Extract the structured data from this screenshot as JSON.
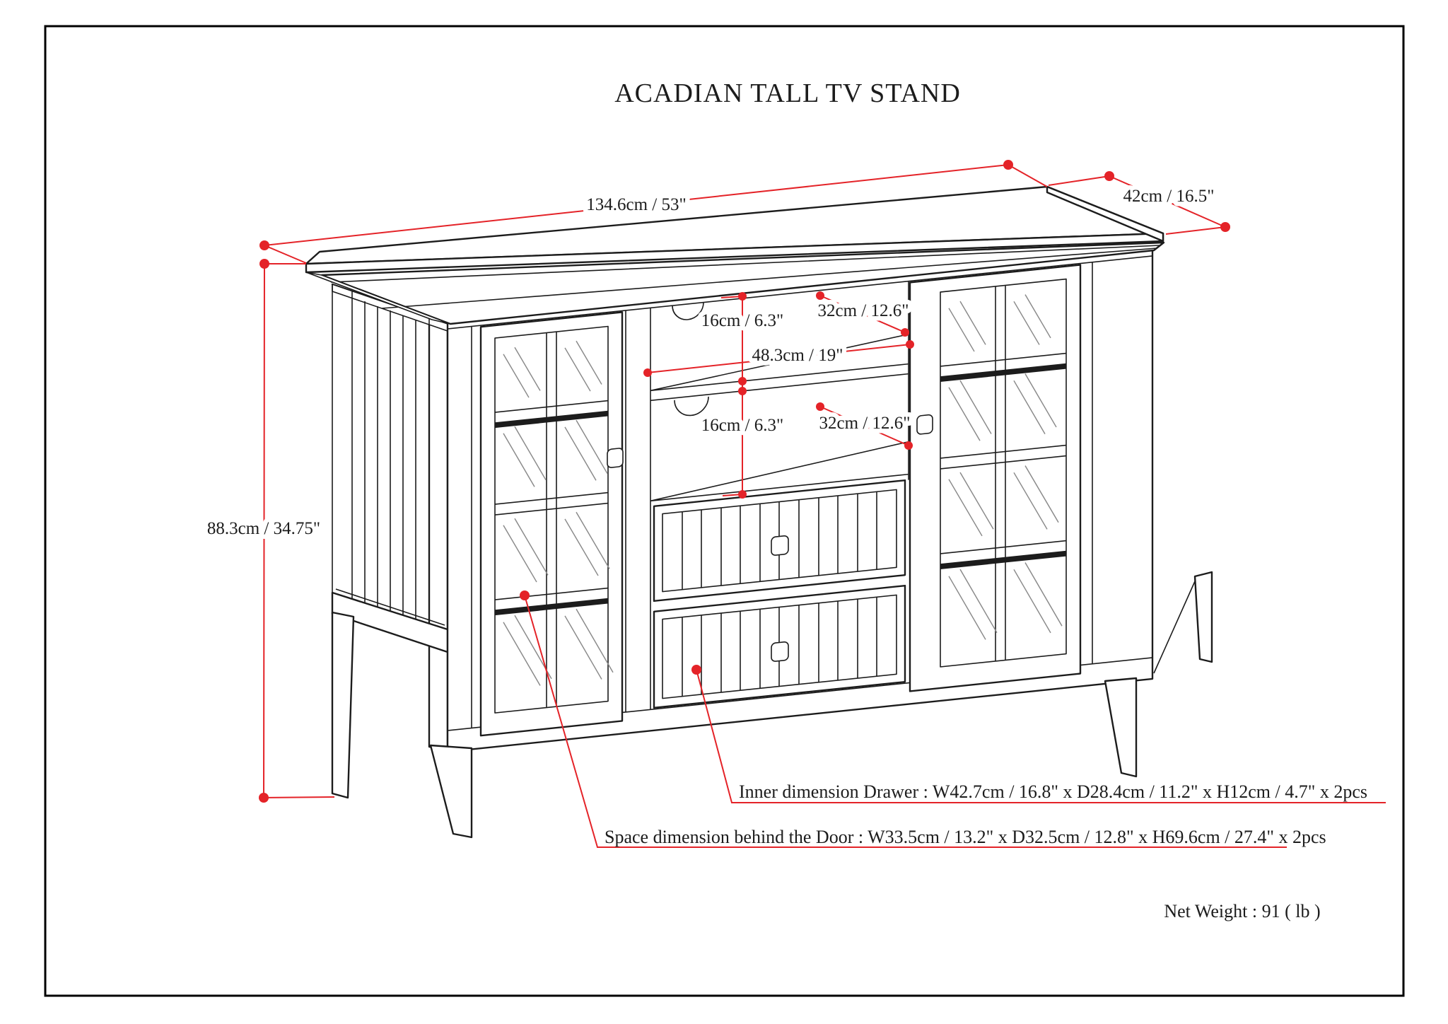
{
  "page": {
    "title": "ACADIAN TALL TV STAND",
    "background": "#ffffff",
    "frame_color": "#000000"
  },
  "dimensions": {
    "overall_width": "134.6cm / 53\"",
    "overall_depth": "42cm / 16.5\"",
    "overall_height": "88.3cm / 34.75\"",
    "top_opening_height": "16cm / 6.3\"",
    "top_opening_depth": "32cm / 12.6\"",
    "center_opening_width": "48.3cm / 19\"",
    "bottom_opening_height": "16cm / 6.3\"",
    "bottom_opening_depth": "32cm / 12.6\""
  },
  "annotations": {
    "drawer_inner": "Inner dimension Drawer : W42.7cm / 16.8\" x D28.4cm / 11.2\" x H12cm / 4.7\" x 2pcs",
    "door_space": "Space dimension behind the Door  : W33.5cm / 13.2\" x D32.5cm / 12.8\" x H69.6cm / 27.4\" x 2pcs",
    "net_weight": "Net Weight : 91 ( lb )"
  },
  "colors": {
    "dimension_red": "#e42328",
    "line_black": "#1c1c1c",
    "glass_gray": "#8a8a8a"
  }
}
